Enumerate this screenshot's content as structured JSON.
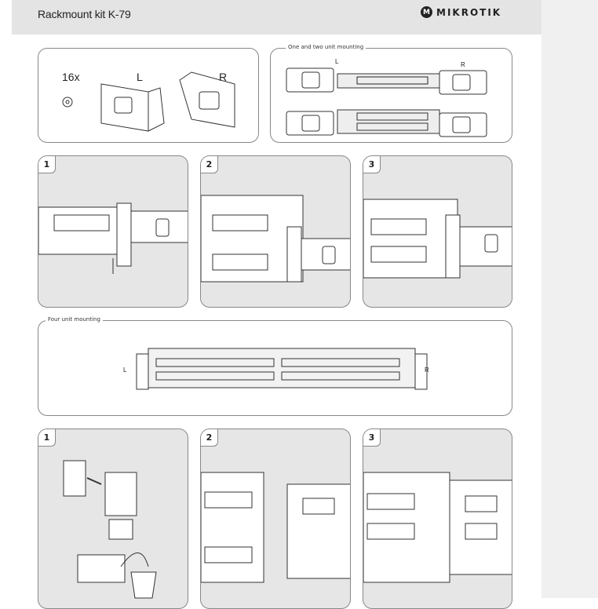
{
  "header": {
    "title": "Rackmount kit K-79",
    "brand": "MIKROTIK",
    "brand_mark": "M"
  },
  "kit": {
    "screw_count": "16x",
    "left_label": "L",
    "right_label": "R"
  },
  "one_two": {
    "legend": "One and two unit mounting",
    "left_label": "L",
    "right_label": "R"
  },
  "steps_a": [
    "1",
    "2",
    "3"
  ],
  "four": {
    "legend": "Four unit mounting",
    "left_label": "L",
    "right_label": "R"
  },
  "steps_b": [
    "1",
    "2",
    "3"
  ]
}
